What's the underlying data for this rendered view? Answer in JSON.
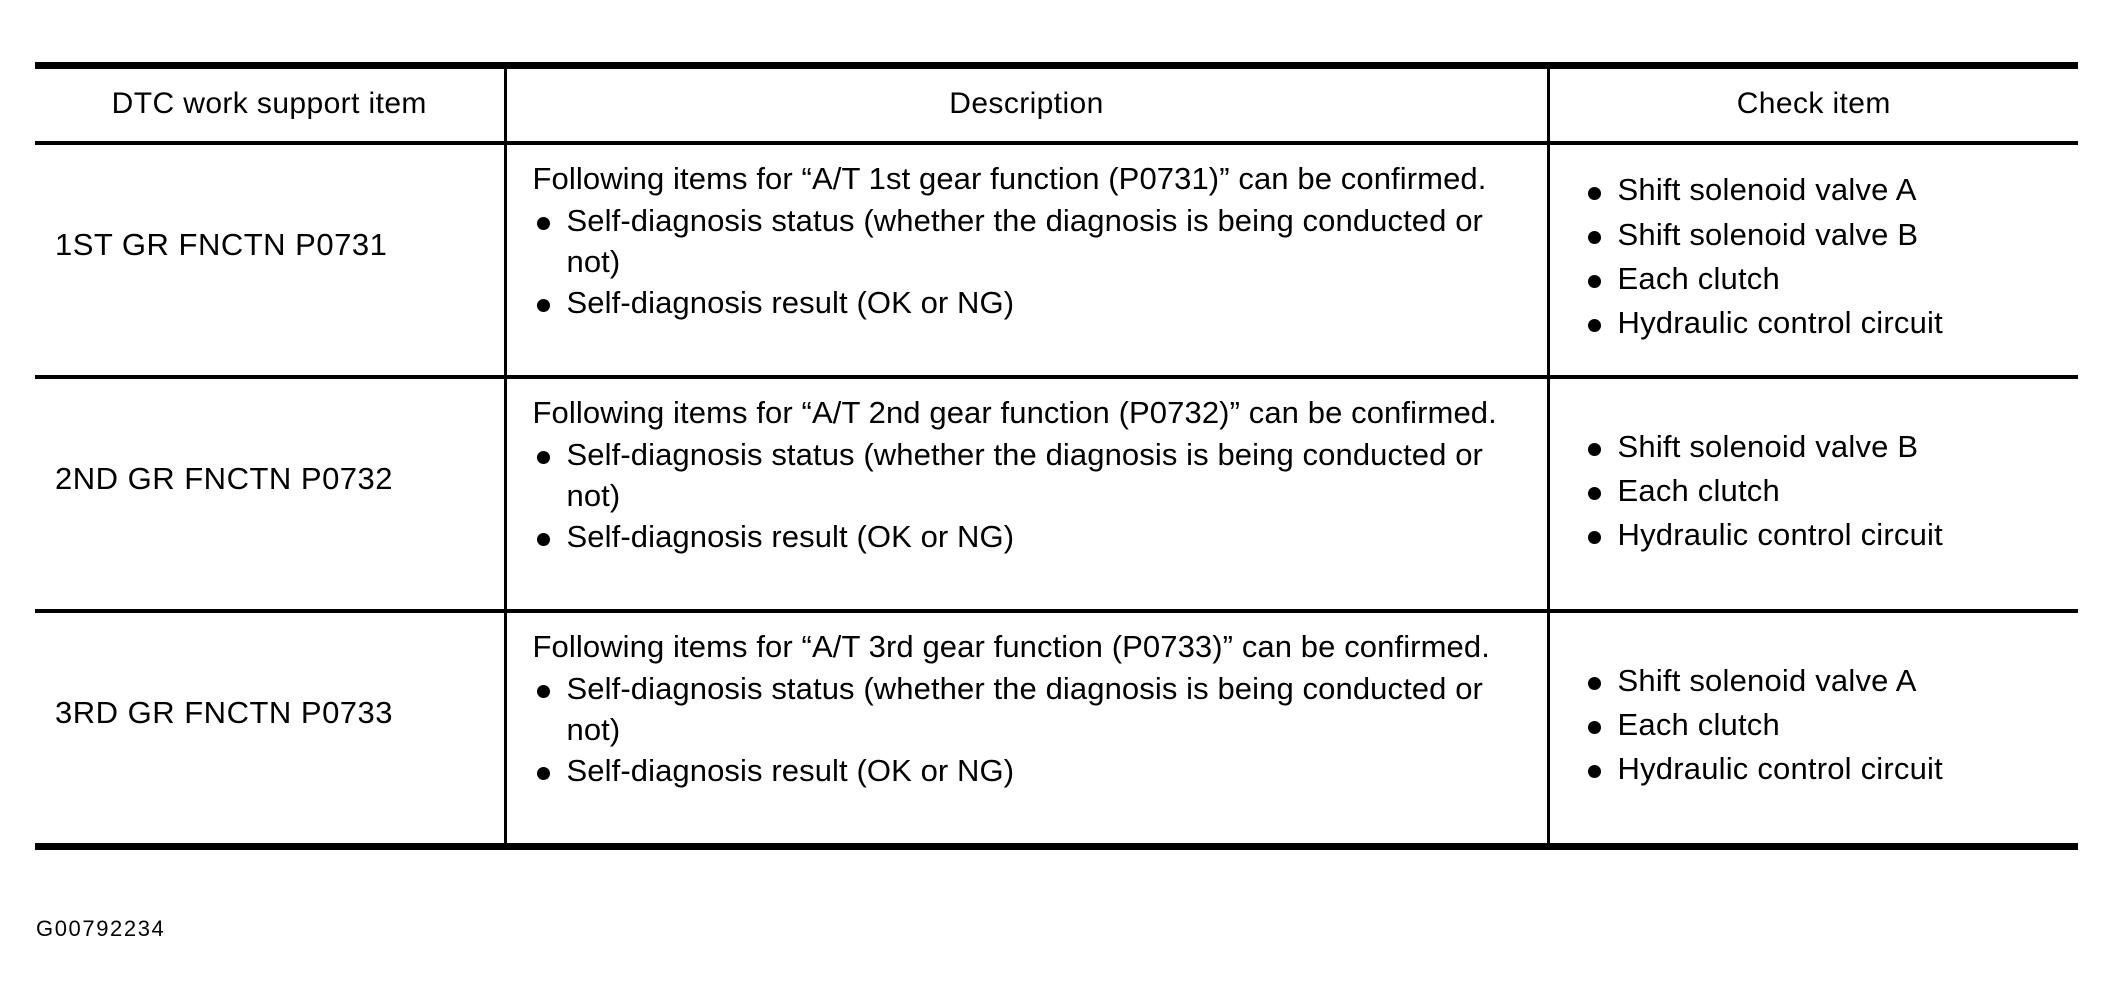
{
  "table": {
    "headers": [
      "DTC work support item",
      "Description",
      "Check item"
    ],
    "rows": [
      {
        "item": "1ST GR FNCTN P0731",
        "description": {
          "intro": "Following items for “A/T 1st gear function (P0731)” can be confirmed.",
          "bullets": [
            "Self-diagnosis status (whether the diagnosis is being conducted or not)",
            "Self-diagnosis result (OK or NG)"
          ]
        },
        "check_items": [
          "Shift solenoid valve A",
          "Shift solenoid valve B",
          "Each clutch",
          "Hydraulic control circuit"
        ]
      },
      {
        "item": "2ND GR FNCTN P0732",
        "description": {
          "intro": "Following items for “A/T 2nd gear function (P0732)” can be confirmed.",
          "bullets": [
            "Self-diagnosis status (whether the diagnosis is being conducted or not)",
            "Self-diagnosis result (OK or NG)"
          ]
        },
        "check_items": [
          "Shift solenoid valve B",
          "Each clutch",
          "Hydraulic control circuit"
        ]
      },
      {
        "item": "3RD GR FNCTN P0733",
        "description": {
          "intro": "Following items for “A/T 3rd gear function (P0733)” can be confirmed.",
          "bullets": [
            "Self-diagnosis status (whether the diagnosis is being conducted or not)",
            "Self-diagnosis result (OK or NG)"
          ]
        },
        "check_items": [
          "Shift solenoid valve A",
          "Each clutch",
          "Hydraulic control circuit"
        ]
      }
    ]
  },
  "figure_id": "G00792234",
  "colors": {
    "ink": "#000000",
    "paper": "#ffffff"
  }
}
